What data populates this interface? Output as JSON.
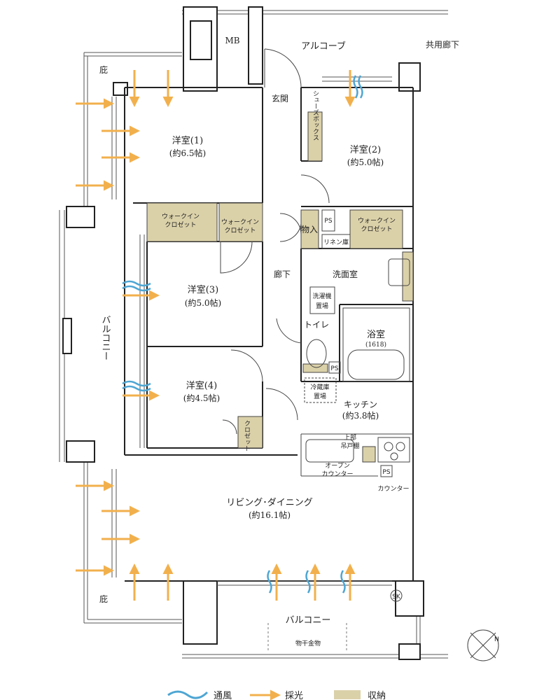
{
  "colors": {
    "wall": "#222222",
    "wall_fill": "#ffffff",
    "storage": "#dbd1a9",
    "light_arrow": "#f2b04c",
    "wind": "#4ea6d3",
    "line": "#555555",
    "dim": "#999999"
  },
  "rooms": {
    "mb": "MB",
    "alcove": "アルコーブ",
    "common_corridor": "共用廊下",
    "eaves_top": "庇",
    "eaves_bottom": "庇",
    "entrance": "玄関",
    "shoe_box": "シューズボックス",
    "room1_name": "洋室(1)",
    "room1_size": "(約6.5帖)",
    "room2_name": "洋室(2)",
    "room2_size": "(約5.0帖)",
    "wic1_line1": "ウォークイン",
    "wic1_line2": "クロゼット",
    "wic2_line1": "ウォークイン",
    "wic2_line2": "クロゼット",
    "wic3_line1": "ウォークイン",
    "wic3_line2": "クロゼット",
    "storage_mono": "物入",
    "ps1": "PS",
    "linen": "リネン庫",
    "corridor": "廊下",
    "washroom": "洗面室",
    "washer_line1": "洗濯機",
    "washer_line2": "置場",
    "room3_name": "洋室(3)",
    "room3_size": "(約5.0帖)",
    "toilet": "トイレ",
    "bath_name": "浴室",
    "bath_size": "(1618)",
    "ps2": "PS",
    "balcony_side": "バルコニー",
    "fridge_line1": "冷蔵庫",
    "fridge_line2": "置場",
    "kitchen_name": "キッチン",
    "kitchen_size": "(約3.8帖)",
    "room4_name": "洋室(4)",
    "room4_size": "(約4.5帖)",
    "closet": "クロゼット",
    "upper_cab_line1": "上部",
    "upper_cab_line2": "吊戸棚",
    "open_counter_line1": "オープン",
    "open_counter_line2": "カウンター",
    "ps3": "PS",
    "counter": "カウンター",
    "ldk_name": "リビング･ダイニング",
    "ldk_size": "(約16.1帖)",
    "sk": "SK",
    "balcony_bottom": "バルコニー",
    "drying_rack": "物干金物"
  },
  "compass": {
    "north": "N"
  },
  "legend": {
    "wind": "通風",
    "light": "採光",
    "storage": "収納"
  }
}
